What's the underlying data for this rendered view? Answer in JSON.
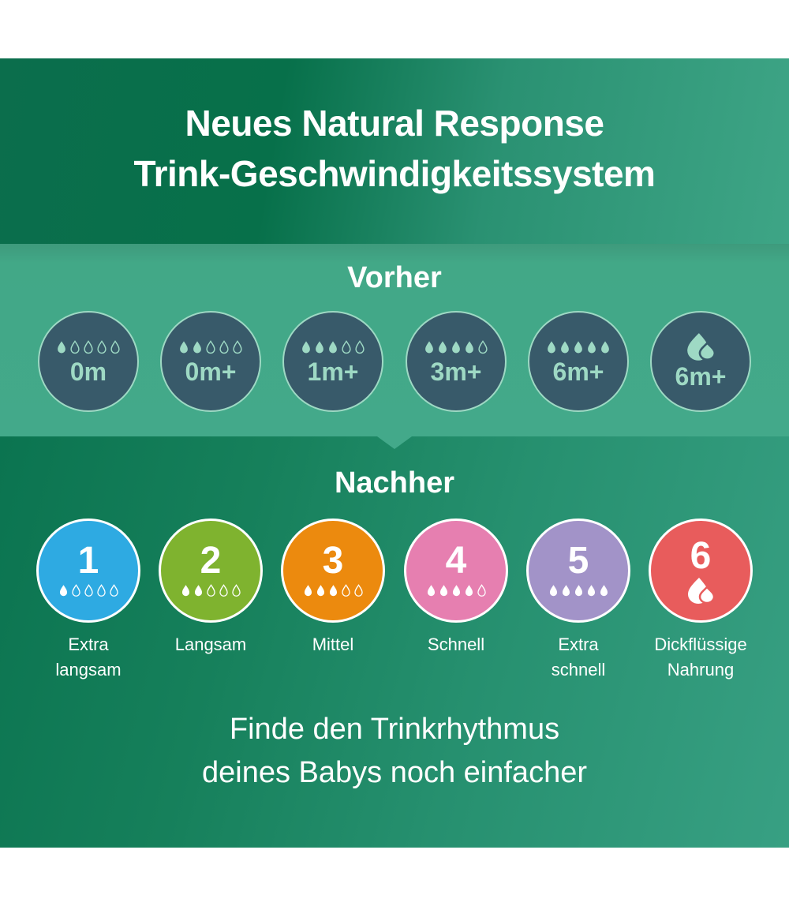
{
  "header": {
    "title_line1": "Neues Natural Response",
    "title_line2": "Trink-Geschwindigkeitssystem"
  },
  "before": {
    "heading": "Vorher",
    "icon_color": "#9ed9c4",
    "circle_color": "#385a6a",
    "items": [
      {
        "age": "0m",
        "filled_drops": 1,
        "icon": "drops"
      },
      {
        "age": "0m+",
        "filled_drops": 2,
        "icon": "drops"
      },
      {
        "age": "1m+",
        "filled_drops": 3,
        "icon": "drops"
      },
      {
        "age": "3m+",
        "filled_drops": 4,
        "icon": "drops"
      },
      {
        "age": "6m+",
        "filled_drops": 5,
        "icon": "drops"
      },
      {
        "age": "6m+",
        "filled_drops": 0,
        "icon": "thick-drops"
      }
    ]
  },
  "after": {
    "heading": "Nachher",
    "items": [
      {
        "number": "1",
        "filled_drops": 1,
        "icon": "drops",
        "color": "#2eaae2",
        "label_line1": "Extra",
        "label_line2": "langsam"
      },
      {
        "number": "2",
        "filled_drops": 2,
        "icon": "drops",
        "color": "#7fb32f",
        "label_line1": "Langsam",
        "label_line2": ""
      },
      {
        "number": "3",
        "filled_drops": 3,
        "icon": "drops",
        "color": "#ec8a0e",
        "label_line1": "Mittel",
        "label_line2": ""
      },
      {
        "number": "4",
        "filled_drops": 4,
        "icon": "drops",
        "color": "#e67fb0",
        "label_line1": "Schnell",
        "label_line2": ""
      },
      {
        "number": "5",
        "filled_drops": 5,
        "icon": "drops",
        "color": "#a293c8",
        "label_line1": "Extra",
        "label_line2": "schnell"
      },
      {
        "number": "6",
        "filled_drops": 0,
        "icon": "thick-drops",
        "color": "#e85c5c",
        "label_line1": "Dickflüssige",
        "label_line2": "Nahrung"
      }
    ]
  },
  "footer": {
    "line1": "Finde den Trinkrhythmus",
    "line2": "deines Babys noch einfacher"
  }
}
